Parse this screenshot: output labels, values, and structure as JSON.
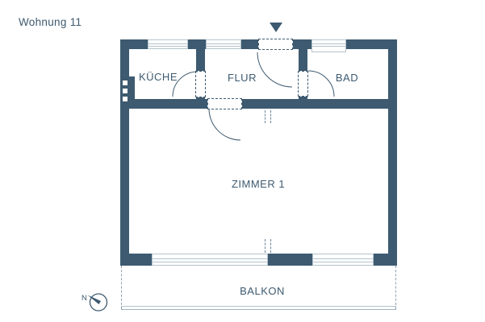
{
  "title": "Wohnung 11",
  "rooms": {
    "kueche": {
      "label": "KÜCHE"
    },
    "flur": {
      "label": "FLUR"
    },
    "bad": {
      "label": "BAD"
    },
    "zimmer1": {
      "label": "ZIMMER 1"
    },
    "balkon": {
      "label": "BALKON"
    }
  },
  "compass": {
    "north_label": "N"
  },
  "icons": {
    "entrance_arrow": "filled-down-triangle",
    "north_compass": "circle-with-needle"
  },
  "colors": {
    "wall": "#3d5a70",
    "text": "#3d5a70",
    "winline": "#b3c3cc",
    "lightdash": "#8da1ad"
  }
}
